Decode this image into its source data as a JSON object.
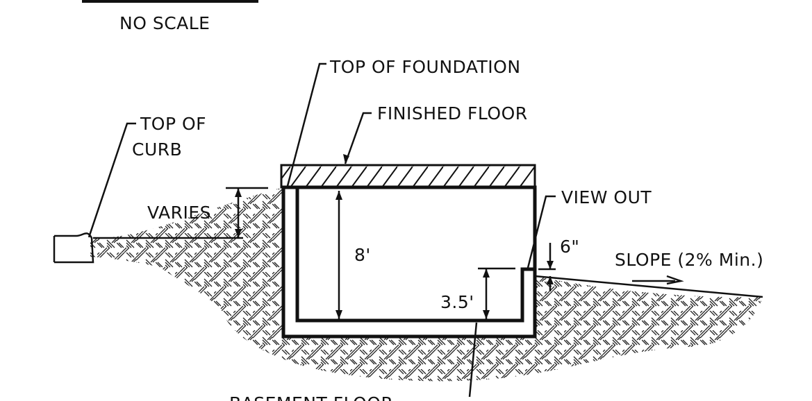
{
  "header": {
    "scale_note": "NO SCALE"
  },
  "labels": {
    "top_of_foundation": "TOP OF FOUNDATION",
    "finished_floor": "FINISHED FLOOR",
    "top_of_curb_line1": "TOP OF",
    "top_of_curb_line2": "CURB",
    "varies": "VARIES",
    "view_out": "VIEW OUT",
    "wall_height": "8'",
    "sill_height": "3.5'",
    "window_offset": "6\"",
    "slope": "SLOPE (2% Min.)",
    "basement_floor": "BASEMENT FLOOR"
  },
  "colors": {
    "ink": "#111111",
    "paper": "#ffffff"
  }
}
